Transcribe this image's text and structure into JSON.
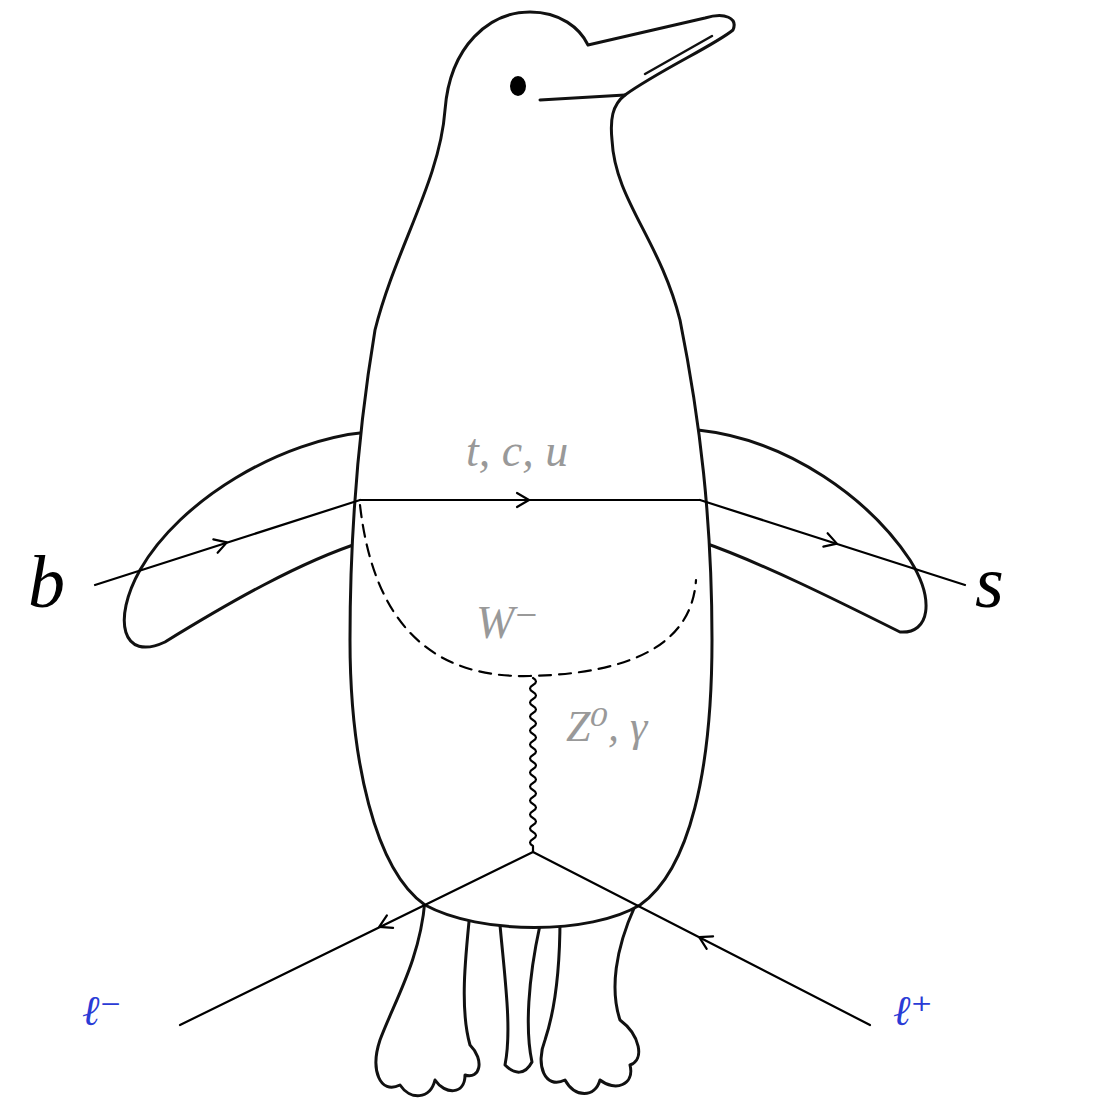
{
  "diagram": {
    "labels": [
      "t, c, u",
      "b",
      "s",
      "W⁻",
      "Z⁰, γ",
      "ℓ⁻",
      "ℓ⁺"
    ]
  }
}
